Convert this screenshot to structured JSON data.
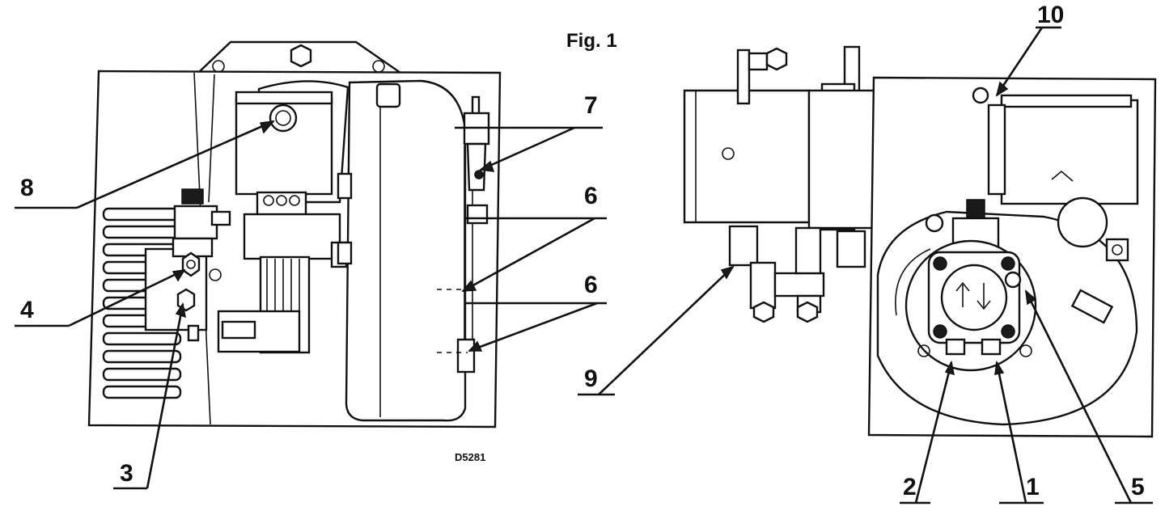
{
  "figure_title": "Fig. 1",
  "drawing_code": "D5281",
  "callouts": {
    "c1": "1",
    "c2": "2",
    "c3": "3",
    "c4": "4",
    "c5": "5",
    "c6a": "6",
    "c6b": "6",
    "c7": "7",
    "c8": "8",
    "c9": "9",
    "c10": "10"
  }
}
